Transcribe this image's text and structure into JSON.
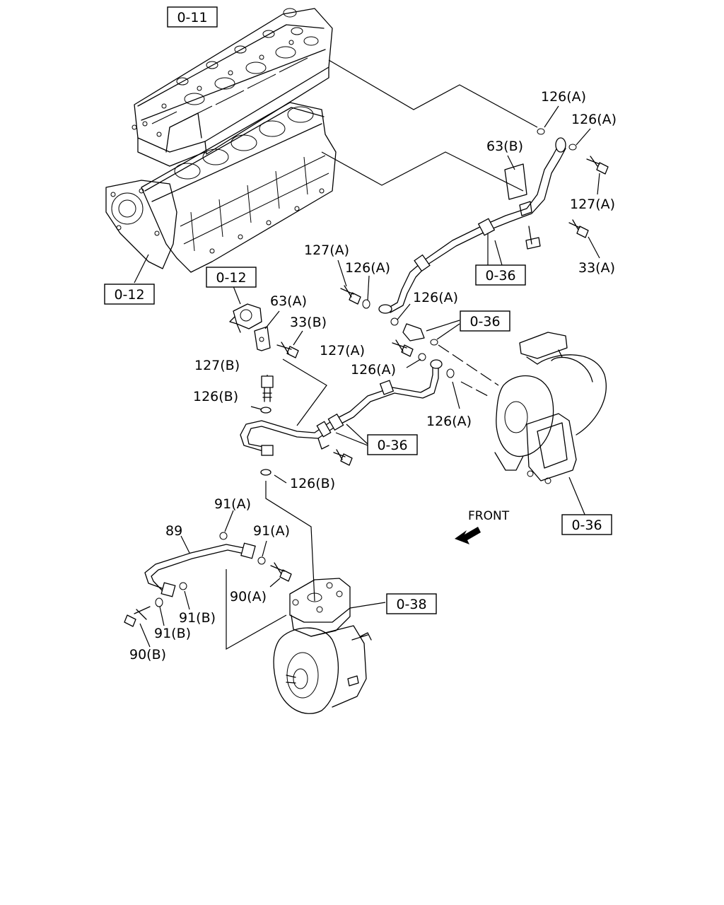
{
  "refs": {
    "r0_11": "0-11",
    "r0_12_block": "0-12",
    "r0_12_sensor": "0-12",
    "r0_36_upper": "0-36",
    "r0_36_mid": "0-36",
    "r0_36_lower": "0-36",
    "r0_36_turbo": "0-36",
    "r0_38": "0-38"
  },
  "labels": {
    "l126a_1": "126(A)",
    "l126a_2": "126(A)",
    "l63b": "63(B)",
    "l127a_1": "127(A)",
    "l33a": "33(A)",
    "l127a_2": "127(A)",
    "l126a_3": "126(A)",
    "l126a_4": "126(A)",
    "l63a": "63(A)",
    "l33b": "33(B)",
    "l127a_3": "127(A)",
    "l126a_5": "126(A)",
    "l127b": "127(B)",
    "l126b_1": "126(B)",
    "l126a_6": "126(A)",
    "l126b_2": "126(B)",
    "l91a_1": "91(A)",
    "l89": "89",
    "l91a_2": "91(A)",
    "l90a": "90(A)",
    "l91b_1": "91(B)",
    "l91b_2": "91(B)",
    "l90b": "90(B)",
    "front": "FRONT"
  },
  "icons": {
    "front_arrow": "front-direction-arrow"
  }
}
